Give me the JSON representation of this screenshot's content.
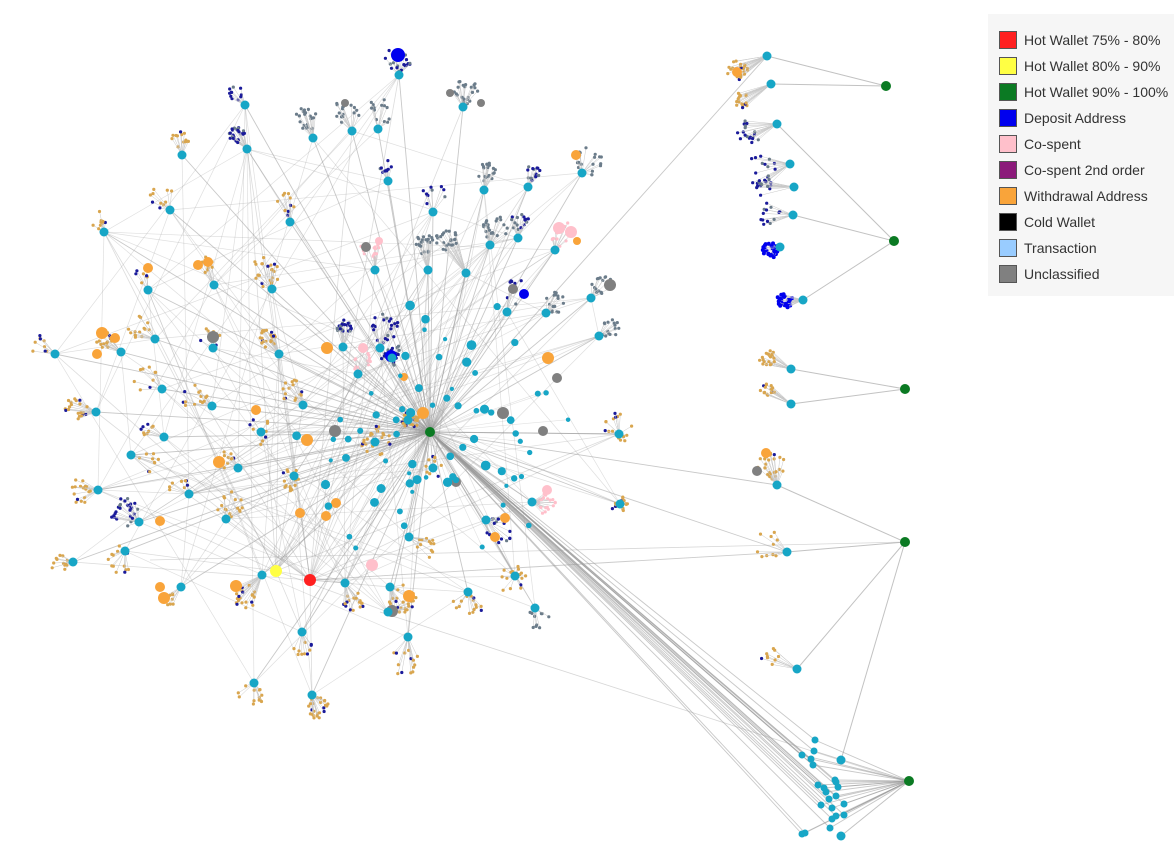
{
  "legend": {
    "items": [
      {
        "label": "Hot Wallet 75% - 80%",
        "color": "#ff2020",
        "icon": "red-square-icon"
      },
      {
        "label": "Hot Wallet 80% - 90%",
        "color": "#ffff44",
        "icon": "yellow-square-icon"
      },
      {
        "label": "Hot Wallet 90% - 100%",
        "color": "#0b7a23",
        "icon": "green-square-icon"
      },
      {
        "label": "Deposit Address",
        "color": "#0000ee",
        "icon": "blue-square-icon"
      },
      {
        "label": "Co-spent",
        "color": "#ffc0cb",
        "icon": "pink-square-icon"
      },
      {
        "label": "Co-spent 2nd order",
        "color": "#8b1a7a",
        "icon": "purple-square-icon"
      },
      {
        "label": "Withdrawal Address",
        "color": "#f9a43a",
        "icon": "orange-square-icon"
      },
      {
        "label": "Cold Wallet",
        "color": "#000000",
        "icon": "black-square-icon"
      },
      {
        "label": "Transaction",
        "color": "#99ccff",
        "icon": "light-blue-square-icon"
      },
      {
        "label": "Unclassified",
        "color": "#808080",
        "icon": "gray-square-icon"
      }
    ]
  },
  "graph": {
    "colors": {
      "edge": "#9a9a9a",
      "transaction_node": "#17a6c6",
      "leaf_withdrawal": "#d9a64f",
      "leaf_deposit": "#1a1a9a",
      "leaf_unclassified": "#6b7c8a"
    }
  }
}
